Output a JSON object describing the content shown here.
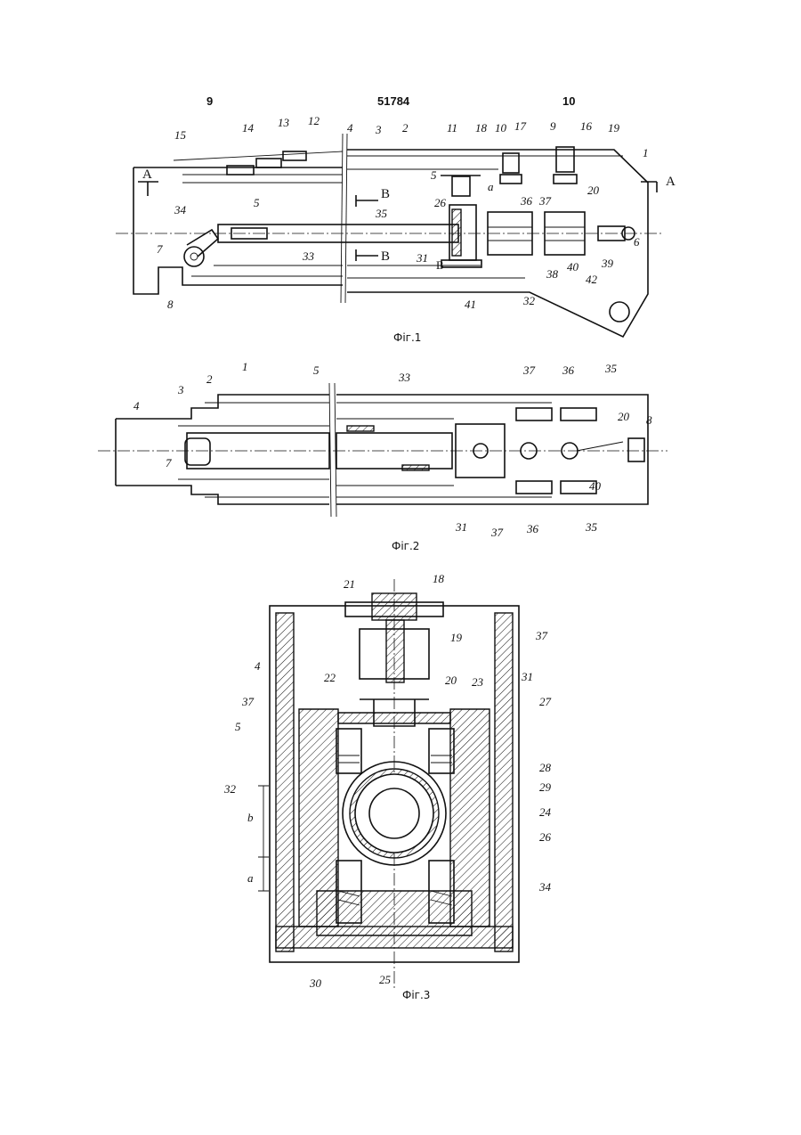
{
  "header": {
    "left_page": "9",
    "doc_number": "51784",
    "right_page": "10"
  },
  "figures": [
    {
      "caption": "Фіг.1",
      "labels": [
        "15",
        "14",
        "13",
        "12",
        "4",
        "3",
        "2",
        "11",
        "18",
        "10",
        "17",
        "9",
        "16",
        "19",
        "1",
        "A",
        "A",
        "5",
        "B",
        "B",
        "36",
        "37",
        "20",
        "8",
        "7",
        "34",
        "5",
        "35",
        "26",
        "33",
        "31",
        "B",
        "41",
        "32",
        "38",
        "40",
        "42",
        "39",
        "6",
        "a"
      ]
    },
    {
      "caption": "Фіг.2",
      "labels": [
        "4",
        "3",
        "2",
        "1",
        "5",
        "33",
        "37",
        "36",
        "35",
        "20",
        "8",
        "7",
        "31",
        "37",
        "36",
        "35",
        "40"
      ]
    },
    {
      "caption": "Фіг.3",
      "labels": [
        "21",
        "18",
        "19",
        "37",
        "4",
        "22",
        "20",
        "23",
        "31",
        "27",
        "37",
        "5",
        "28",
        "32",
        "29",
        "b",
        "24",
        "26",
        "a",
        "34",
        "30",
        "25"
      ]
    }
  ]
}
